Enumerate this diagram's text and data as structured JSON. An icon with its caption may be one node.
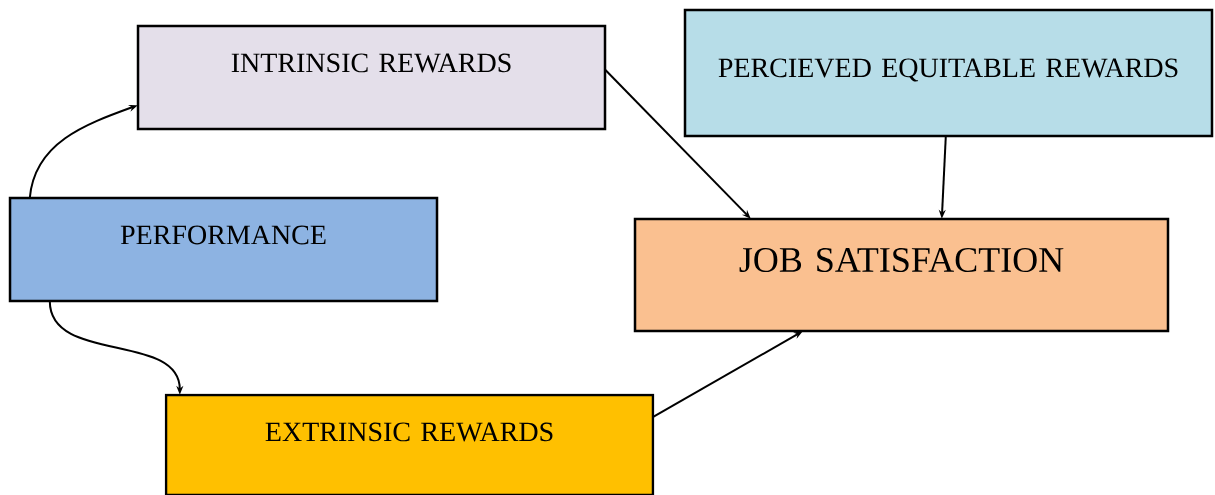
{
  "diagram": {
    "nodes": [
      {
        "text": [
          "INTRINSIC REWARDS"
        ]
      },
      {
        "text": [
          "PERCIEVED EQUITABLE REWARDS"
        ]
      },
      {
        "text": [
          "PERFORMANCE"
        ]
      },
      {
        "text": [
          "JOB SATISFACTION"
        ]
      },
      {
        "text": [
          "EXTRINSIC REWARDS"
        ]
      }
    ],
    "edges": [
      {
        "from": 2,
        "to": 0,
        "arrow": "to"
      },
      {
        "from": 2,
        "to": 4,
        "arrow": "to"
      },
      {
        "from": 0,
        "to": 3,
        "arrow": "to"
      },
      {
        "from": 1,
        "to": 3,
        "arrow": "to"
      },
      {
        "from": 4,
        "to": 3,
        "arrow": "to"
      }
    ]
  }
}
